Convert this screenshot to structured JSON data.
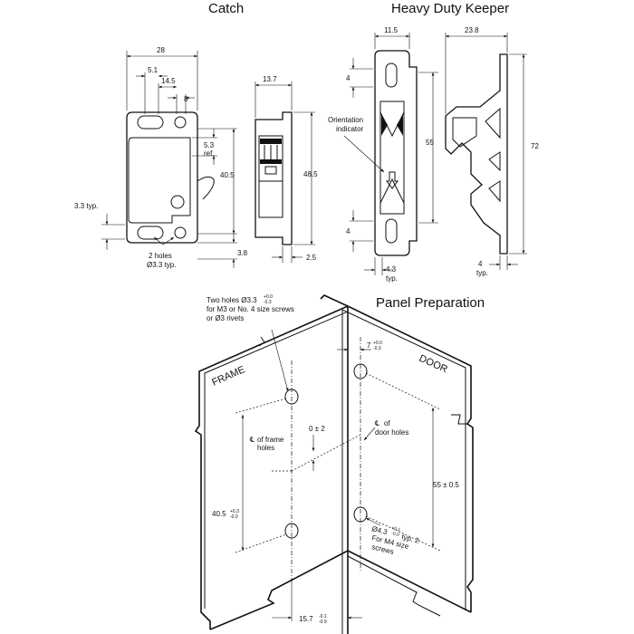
{
  "titles": {
    "catch": "Catch",
    "keeper": "Heavy Duty Keeper",
    "panel": "Panel Preparation"
  },
  "catch": {
    "dim_28": "28",
    "dim_5_1": "5.1",
    "dim_14_5": "14.5",
    "dim_8": "8",
    "dim_5_3": "5.3",
    "dim_ref": "ref.",
    "dim_40_5": "40.5",
    "dim_3_3typ": "3.3 typ.",
    "holes_line1": "2 holes",
    "holes_line2": "Ø3.3 typ.",
    "dim_3_8": "3.8",
    "dim_13_7": "13.7",
    "dim_48_5": "48.5",
    "dim_2_5": "2.5"
  },
  "keeper": {
    "dim_11_5": "11.5",
    "dim_4_top": "4",
    "orient_line1": "Orientation",
    "orient_line2": "indicator",
    "dim_55": "55",
    "dim_4_bottom": "4",
    "dim_4_3": "4.3",
    "typ": "typ.",
    "dim_23_8": "23.8",
    "dim_72": "72",
    "dim_4": "4",
    "typ2": "typ."
  },
  "panel": {
    "note_line1": "Two holes Ø3.3",
    "note_tol_up": "+0.0",
    "note_tol_dn": "-0.3",
    "note_line2": "for M3 or No. 4 size screws",
    "note_line3": "or Ø3 rivets",
    "frame": "FRAME",
    "door": "DOOR",
    "dim_7": "7",
    "dim_7_up": "+0.0",
    "dim_7_dn": "-0.3",
    "cl_frame_1": "of frame",
    "cl_frame_2": "holes",
    "cl_zero": "0 ± 2",
    "cl_door_1": "of",
    "cl_door_2": "door holes",
    "dim_40_5": "40.5",
    "dim_40_5_up": "+0.3",
    "dim_40_5_dn": "-0.0",
    "dim_55": "55 ± 0.5",
    "hole_note_1": "Ø4.3",
    "hole_note_tol_up": "+0.1",
    "hole_note_tol_dn": "-0.0",
    "hole_note_typ": "typ. 2",
    "hole_note_2": "For M4 size",
    "hole_note_3": "screws",
    "dim_15_7": "15.7",
    "dim_15_7_up": "-0.1",
    "dim_15_7_dn": "-0.9",
    "cl_symbol": "℄"
  }
}
